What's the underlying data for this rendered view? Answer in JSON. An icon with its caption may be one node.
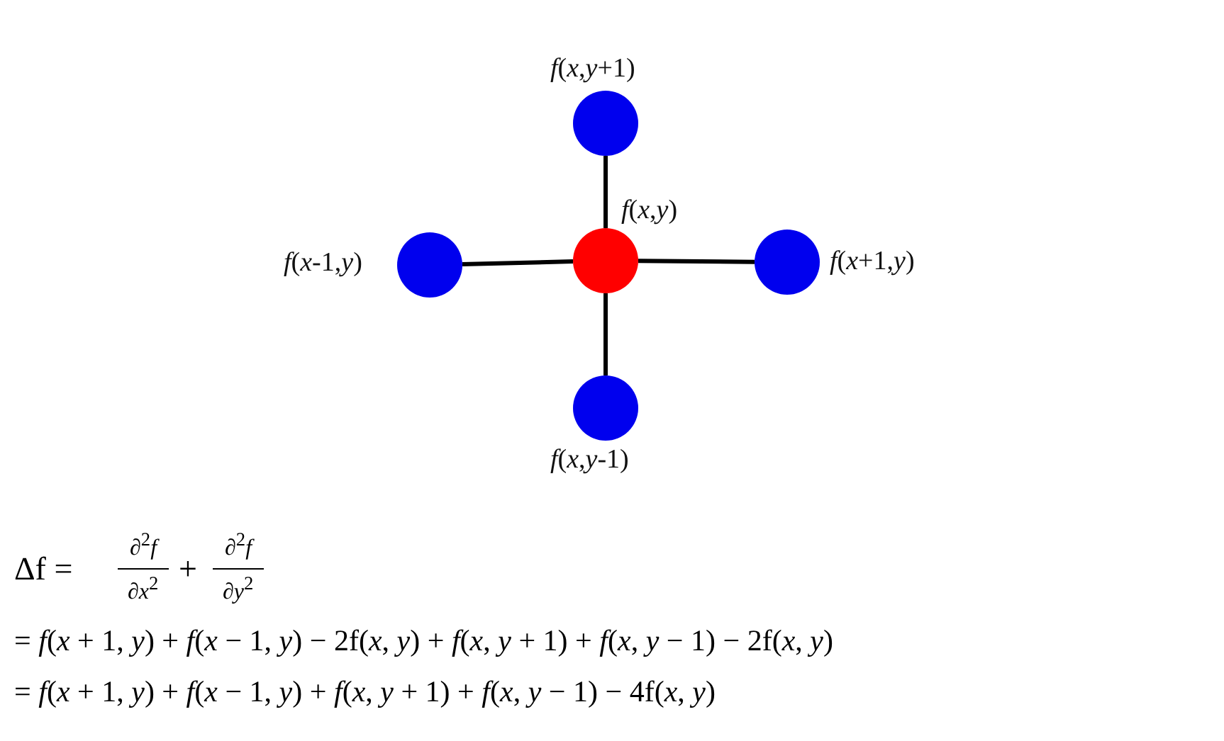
{
  "diagram": {
    "nodes": [
      {
        "text": [
          "*f*(*x*,*y*+1)"
        ]
      },
      {
        "text": [
          "*f*(*x*-1,*y*)"
        ]
      },
      {
        "text": [
          "*f*(*x*,*y*)"
        ]
      },
      {
        "text": [
          "*f*(*x*+1,*y*)"
        ]
      },
      {
        "text": [
          "*f*(*x*,*y*-1)"
        ]
      }
    ],
    "edges": [
      {
        "from": 2,
        "to": 0,
        "arrow": "none"
      },
      {
        "from": 2,
        "to": 1,
        "arrow": "none"
      },
      {
        "from": 2,
        "to": 3,
        "arrow": "none"
      },
      {
        "from": 2,
        "to": 4,
        "arrow": "none"
      }
    ],
    "labels": [
      "Δf =",
      "∂$^{2}$*f*",
      "∂*x*$^{2}$",
      "+",
      "∂$^{2}$*f*",
      "∂*y*$^{2}$",
      "= *f*(*x* + 1, *y*) + *f*(*x* − 1, *y*) − 2f(*x*, *y*) + *f*(*x*, *y* + 1) + *f*(*x*, *y* − 1) − 2f(*x*, *y*)",
      "= *f*(*x* + 1, *y*) + *f*(*x* − 1, *y*) + *f*(*x*, *y* + 1) + *f*(*x*, *y* − 1) − 4f(*x*, *y*)"
    ]
  }
}
